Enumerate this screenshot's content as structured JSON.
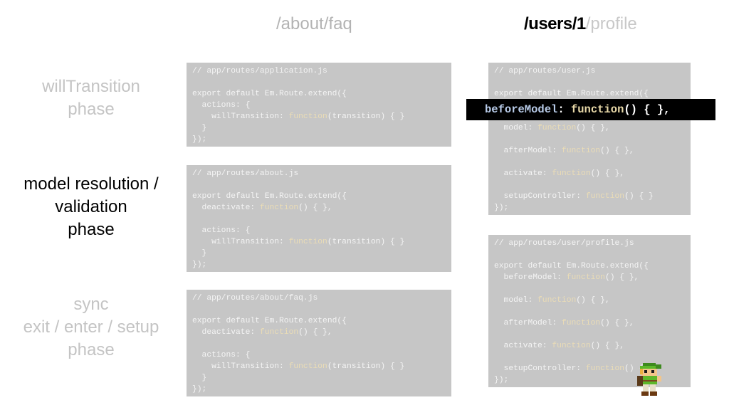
{
  "headers": {
    "faq_route": "/about/faq",
    "user_route_strong": "/users/1",
    "user_route_weak": "/profile"
  },
  "phases": {
    "will_transition": [
      "willTransition",
      "phase"
    ],
    "model_resolution": [
      "model resolution /",
      "validation",
      "phase"
    ],
    "sync": [
      "sync",
      "exit / enter / setup",
      "phase"
    ],
    "active": "model_resolution"
  },
  "code_blocks": {
    "application": [
      "// app/routes/application.js",
      "",
      "export default Em.Route.extend({",
      "  actions: {",
      "    willTransition: function(transition) { }",
      "  }",
      "});"
    ],
    "about": [
      "// app/routes/about.js",
      "",
      "export default Em.Route.extend({",
      "  deactivate: function() { },",
      "",
      "  actions: {",
      "    willTransition: function(transition) { }",
      "  }",
      "});"
    ],
    "faq": [
      "// app/routes/about/faq.js",
      "",
      "export default Em.Route.extend({",
      "  deactivate: function() { },",
      "",
      "  actions: {",
      "    willTransition: function(transition) { }",
      "  }",
      "});"
    ],
    "user": [
      "// app/routes/user.js",
      "",
      "export default Em.Route.extend({",
      "",
      "",
      "  model: function() { },",
      "",
      "  afterModel: function() { },",
      "",
      "  activate: function() { },",
      "",
      "  setupController: function() { }",
      "});"
    ],
    "profile": [
      "// app/routes/user/profile.js",
      "",
      "export default Em.Route.extend({",
      "  beforeModel: function() { },",
      "",
      "  model: function() { },",
      "",
      "  afterModel: function() { },",
      "",
      "  activate: function() { },",
      "",
      "  setupController: function() { }",
      "});"
    ]
  },
  "highlight": {
    "key": "beforeModel",
    "colon": ":",
    "fn": "function",
    "rest": "() { },"
  },
  "colors": {
    "code_bg": "#c6c6c6",
    "code_text": "#f4f4f4",
    "function_keyword": "#eadcb6",
    "highlight_bg": "#000000",
    "dim_text": "#c4c4c4"
  },
  "icons": {
    "sprite": "link-character-sprite-icon"
  }
}
